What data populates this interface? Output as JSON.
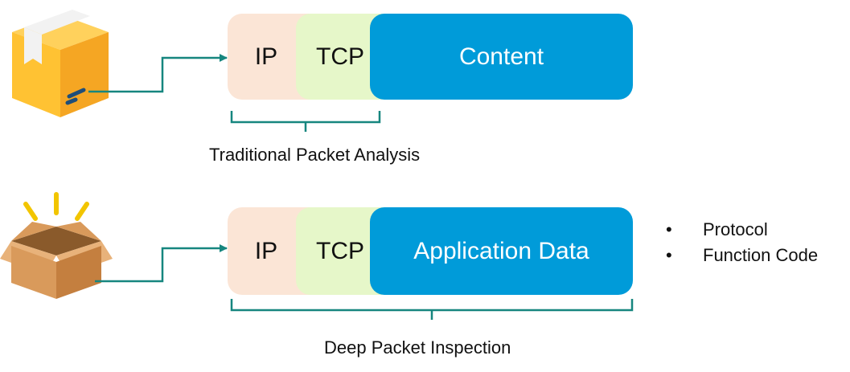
{
  "rows": [
    {
      "segments": [
        "IP",
        "TCP",
        "Content"
      ],
      "caption": "Traditional Packet Analysis"
    },
    {
      "segments": [
        "IP",
        "TCP",
        "Application Data"
      ],
      "caption": "Deep Packet Inspection"
    }
  ],
  "bullets": [
    "Protocol",
    "Function Code"
  ],
  "bullet_symbol": "•",
  "icons": {
    "closed_box": "closed-package-icon",
    "open_box": "open-package-icon"
  },
  "colors": {
    "ip": "#fbe5d6",
    "tcp": "#e6f7c9",
    "content": "#009bd9",
    "arrow": "#16867f"
  }
}
